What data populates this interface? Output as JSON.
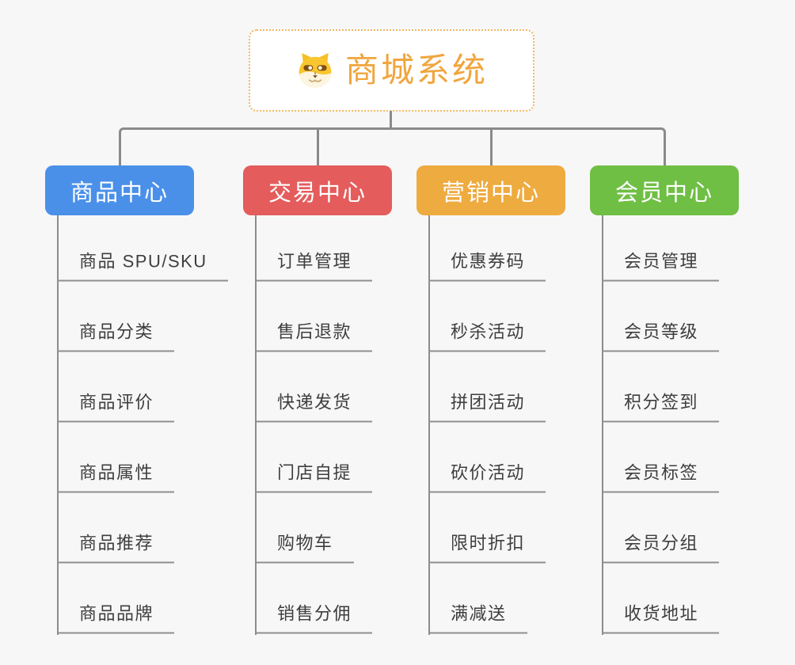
{
  "root": {
    "title": "商城系统",
    "icon": "shiba-dog-icon"
  },
  "branches": [
    {
      "id": "product-center",
      "label": "商品中心",
      "color": "#4A90E9",
      "children": [
        "商品 SPU/SKU",
        "商品分类",
        "商品评价",
        "商品属性",
        "商品推荐",
        "商品品牌"
      ]
    },
    {
      "id": "trade-center",
      "label": "交易中心",
      "color": "#E45C5C",
      "children": [
        "订单管理",
        "售后退款",
        "快递发货",
        "门店自提",
        "购物车",
        "销售分佣"
      ]
    },
    {
      "id": "marketing-center",
      "label": "营销中心",
      "color": "#EEAB40",
      "children": [
        "优惠券码",
        "秒杀活动",
        "拼团活动",
        "砍价活动",
        "限时折扣",
        "满减送"
      ]
    },
    {
      "id": "member-center",
      "label": "会员中心",
      "color": "#6FBF45",
      "children": [
        "会员管理",
        "会员等级",
        "积分签到",
        "会员标签",
        "会员分组",
        "收货地址"
      ]
    }
  ],
  "palette": {
    "background": "#F7F7F7",
    "connector": "#8A8A8A",
    "leaf_underline": "#8F8F8F",
    "leaf_text": "#3E3E3E",
    "root_border": "#F1B763",
    "root_text": "#F0A63E",
    "root_background": "#FFFFFF",
    "branch_text": "#FFFFFF",
    "dog_yellow": "#FAC62F",
    "dog_muzzle": "#FCF5E1"
  }
}
